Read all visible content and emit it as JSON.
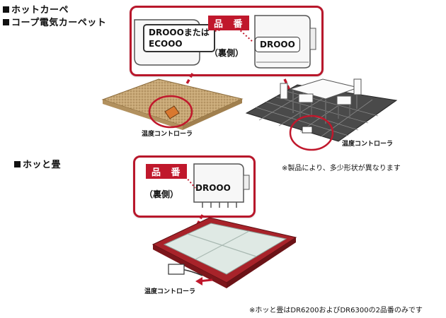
{
  "headings": {
    "hot_carpet": "ホットカーペ",
    "coop_carpet": "コープ電気カーペット",
    "hot_tatami": "ホッと畳"
  },
  "callout1": {
    "left_label_line1": "DROOOまたは",
    "left_label_line2": "ECOOO",
    "hinban_label": "品 番",
    "back_side_label": "（裏側）",
    "right_label": "DROOO"
  },
  "callout2": {
    "hinban_label": "品 番",
    "back_side_label": "（裏側）",
    "label": "DROOO"
  },
  "illustrations": {
    "carpet_controller_label": "温度コントローラ",
    "chair_controller_label": "温度コントローラ",
    "tatami_controller_label": "温度コントローラ"
  },
  "notes": {
    "shape_note": "※製品により、多少形状が異なります",
    "tatami_note": "※ホッと畳はDR6200およびDR6300の2品番のみです"
  },
  "colors": {
    "accent_red": "#c0182c",
    "carpet_tan": "#c8a877",
    "tatami_frame": "#a8232a",
    "tatami_mat": "#dfe9e4",
    "dark_carpet": "#4a4a4a"
  }
}
